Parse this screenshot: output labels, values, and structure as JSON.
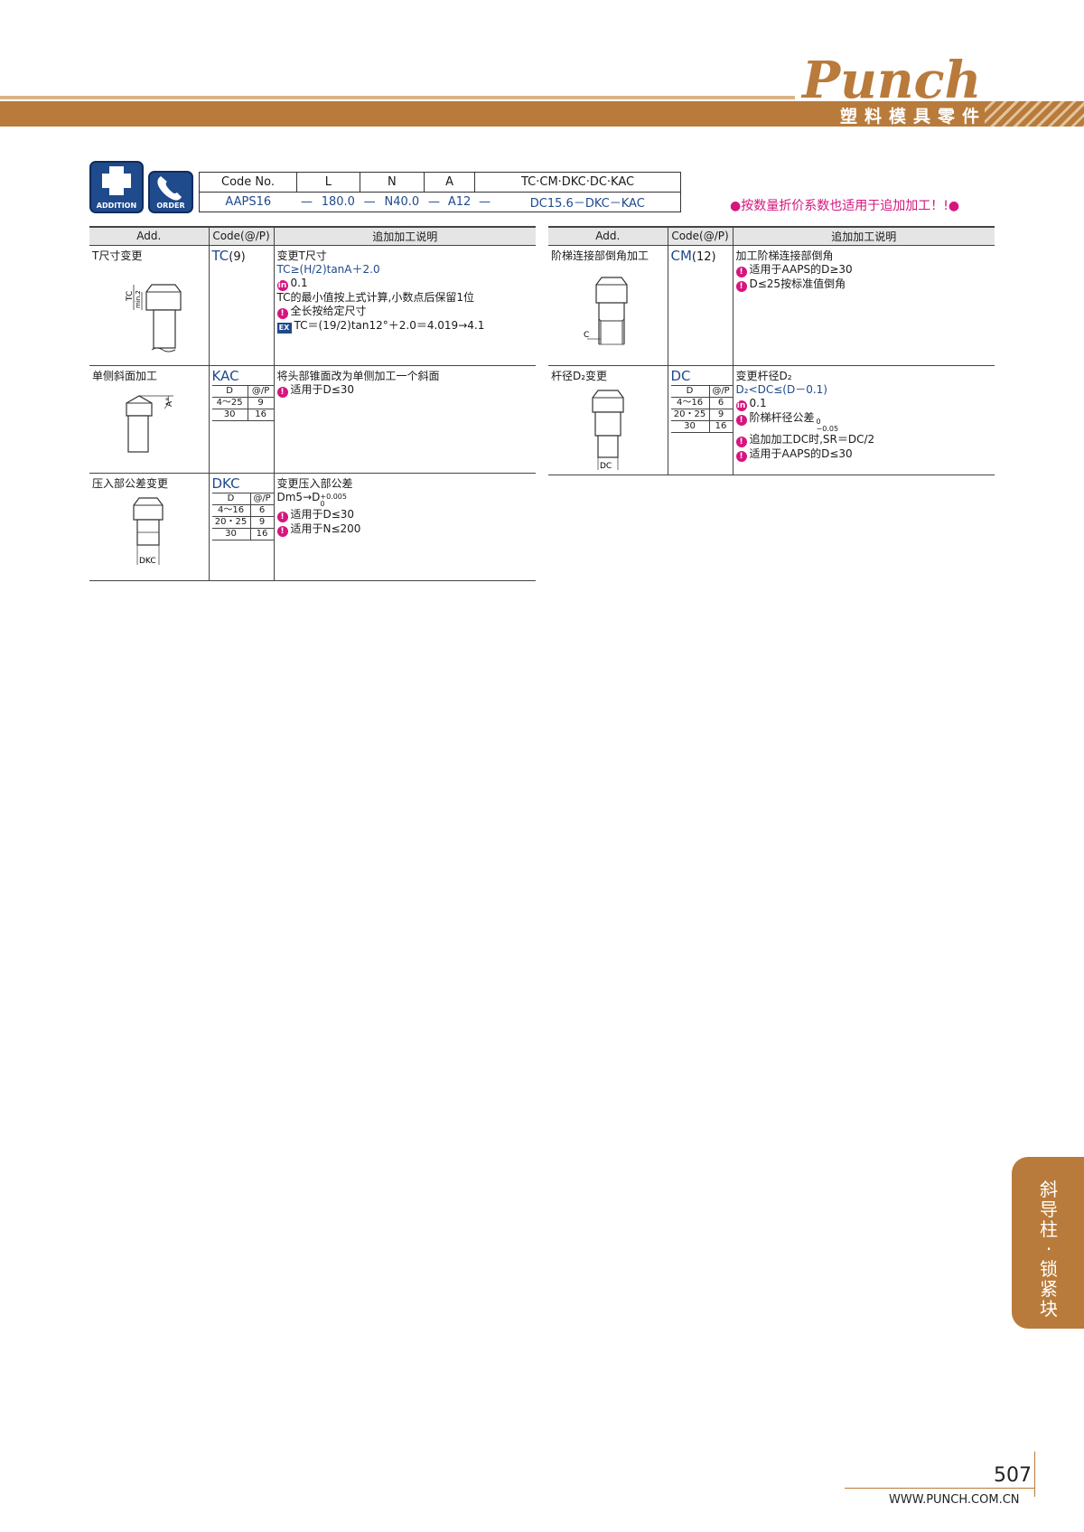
{
  "header": {
    "logo_text": "Punch",
    "subtitle": "塑料模具零件"
  },
  "icons": {
    "addition_label": "ADDITION",
    "order_label": "ORDER"
  },
  "code_table": {
    "headers": [
      "Code No.",
      "L",
      "N",
      "A",
      "TC·CM·DKC·DC·KAC"
    ],
    "values": [
      "AAPS16",
      "—",
      "180.0",
      "—",
      "N40.0",
      "—",
      "A12",
      "—",
      "DC15.6－DKC－KAC"
    ]
  },
  "note": "●按数量折价系数也适用于追加加工！!●",
  "columns": {
    "add": "Add.",
    "code": "Code(@/P)",
    "desc": "追加加工说明"
  },
  "left_rows": [
    {
      "name": "T尺寸变更",
      "code": "TC",
      "price": "(9)",
      "lines": [
        {
          "type": "plain",
          "text": "变更T尺寸"
        },
        {
          "type": "blue",
          "text": "TC≥(H/2)tanA＋2.0"
        },
        {
          "type": "in",
          "icon": "in",
          "text": "0.1"
        },
        {
          "type": "plain",
          "text": "TC的最小值按上式计算,小数点后保留1位"
        },
        {
          "type": "bad",
          "icon": "!",
          "text": "全长按给定尺寸"
        },
        {
          "type": "ex",
          "icon": "EX",
          "text": "TC＝(19/2)tan12°＋2.0＝4.019→4.1"
        }
      ],
      "diagram_labels": [
        "TC",
        "min.2"
      ]
    },
    {
      "name": "单侧斜面加工",
      "code": "KAC",
      "price": "",
      "mini": {
        "head": [
          "D",
          "@/P"
        ],
        "rows": [
          [
            "4～25",
            "9"
          ],
          [
            "30",
            "16"
          ]
        ]
      },
      "lines": [
        {
          "type": "plain",
          "text": "将头部锥面改为单侧加工一个斜面"
        },
        {
          "type": "bad",
          "icon": "!",
          "text": "适用于D≤30"
        }
      ],
      "diagram_labels": [
        "A°"
      ]
    },
    {
      "name": "压入部公差变更",
      "code": "DKC",
      "price": "",
      "mini": {
        "head": [
          "D",
          "@/P"
        ],
        "rows": [
          [
            "4～16",
            "6"
          ],
          [
            "20・25",
            "9"
          ],
          [
            "30",
            "16"
          ]
        ]
      },
      "lines": [
        {
          "type": "plain",
          "text": "变更压入部公差"
        },
        {
          "type": "tol",
          "text": "Dm5→D",
          "sup": "+0.005",
          "sub": "0"
        },
        {
          "type": "bad",
          "icon": "!",
          "text": "适用于D≤30"
        },
        {
          "type": "bad",
          "icon": "!",
          "text": "适用于N≤200"
        }
      ],
      "diagram_labels": [
        "DKC"
      ]
    }
  ],
  "right_rows": [
    {
      "name": "阶梯连接部倒角加工",
      "code": "CM",
      "price": "(12)",
      "lines": [
        {
          "type": "plain",
          "text": "加工阶梯连接部倒角"
        },
        {
          "type": "bad",
          "icon": "!",
          "text": "适用于AAPS的D≥30"
        },
        {
          "type": "bad",
          "icon": "!",
          "text": "D≤25按标准值倒角"
        }
      ],
      "diagram_labels": [
        "C"
      ]
    },
    {
      "name": "杆径D₂变更",
      "code": "DC",
      "price": "",
      "mini": {
        "head": [
          "D",
          "@/P"
        ],
        "rows": [
          [
            "4～16",
            "6"
          ],
          [
            "20・25",
            "9"
          ],
          [
            "30",
            "16"
          ]
        ]
      },
      "lines": [
        {
          "type": "plain",
          "text": "变更杆径D₂"
        },
        {
          "type": "blue",
          "text": "D₂<DC≤(D－0.1)"
        },
        {
          "type": "in",
          "icon": "in",
          "text": "0.1"
        },
        {
          "type": "tol",
          "icon": "!",
          "text": "阶梯杆径公差",
          "sup": "0",
          "sub": "−0.05"
        },
        {
          "type": "bad",
          "icon": "!",
          "text": "追加加工DC时,SR＝DC/2"
        },
        {
          "type": "bad",
          "icon": "!",
          "text": "适用于AAPS的D≤30"
        }
      ],
      "diagram_labels": [
        "DC"
      ]
    }
  ],
  "side_tab": "斜导柱·锁紧块",
  "footer": {
    "page": "507",
    "url": "WWW.PUNCH.COM.CN"
  },
  "colors": {
    "brand": "#b87b3b",
    "blue": "#1f4a8c",
    "magenta": "#d6157e"
  }
}
